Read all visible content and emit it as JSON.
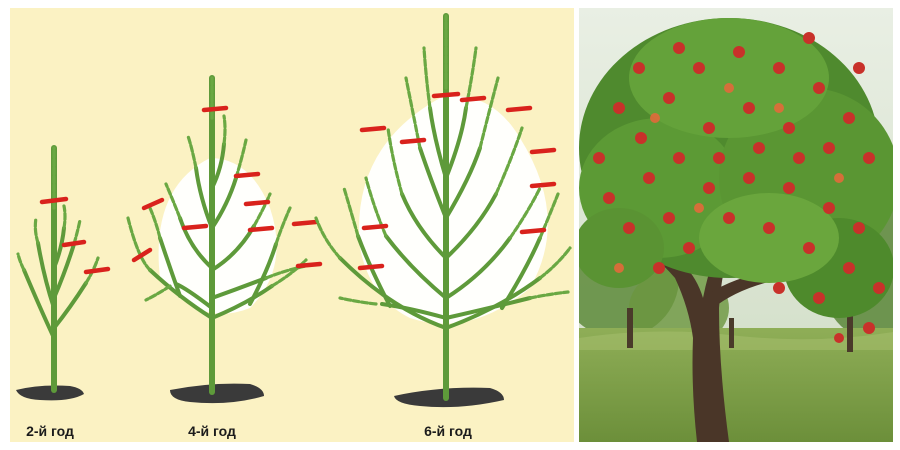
{
  "labels": {
    "year2": "2-й год",
    "year4": "4-й год",
    "year6": "6-й год"
  },
  "colors": {
    "background": "#fbf2c3",
    "branch": "#5e9a3a",
    "branch_outline": "#2f5a1f",
    "cut_mark": "#d9221c",
    "ground": "#2a2a2a",
    "crown_fill": "#ffffff"
  },
  "icons": [
    "young-tree-icon",
    "pruning-cut-icon",
    "ground-icon",
    "apple-tree-photo"
  ]
}
